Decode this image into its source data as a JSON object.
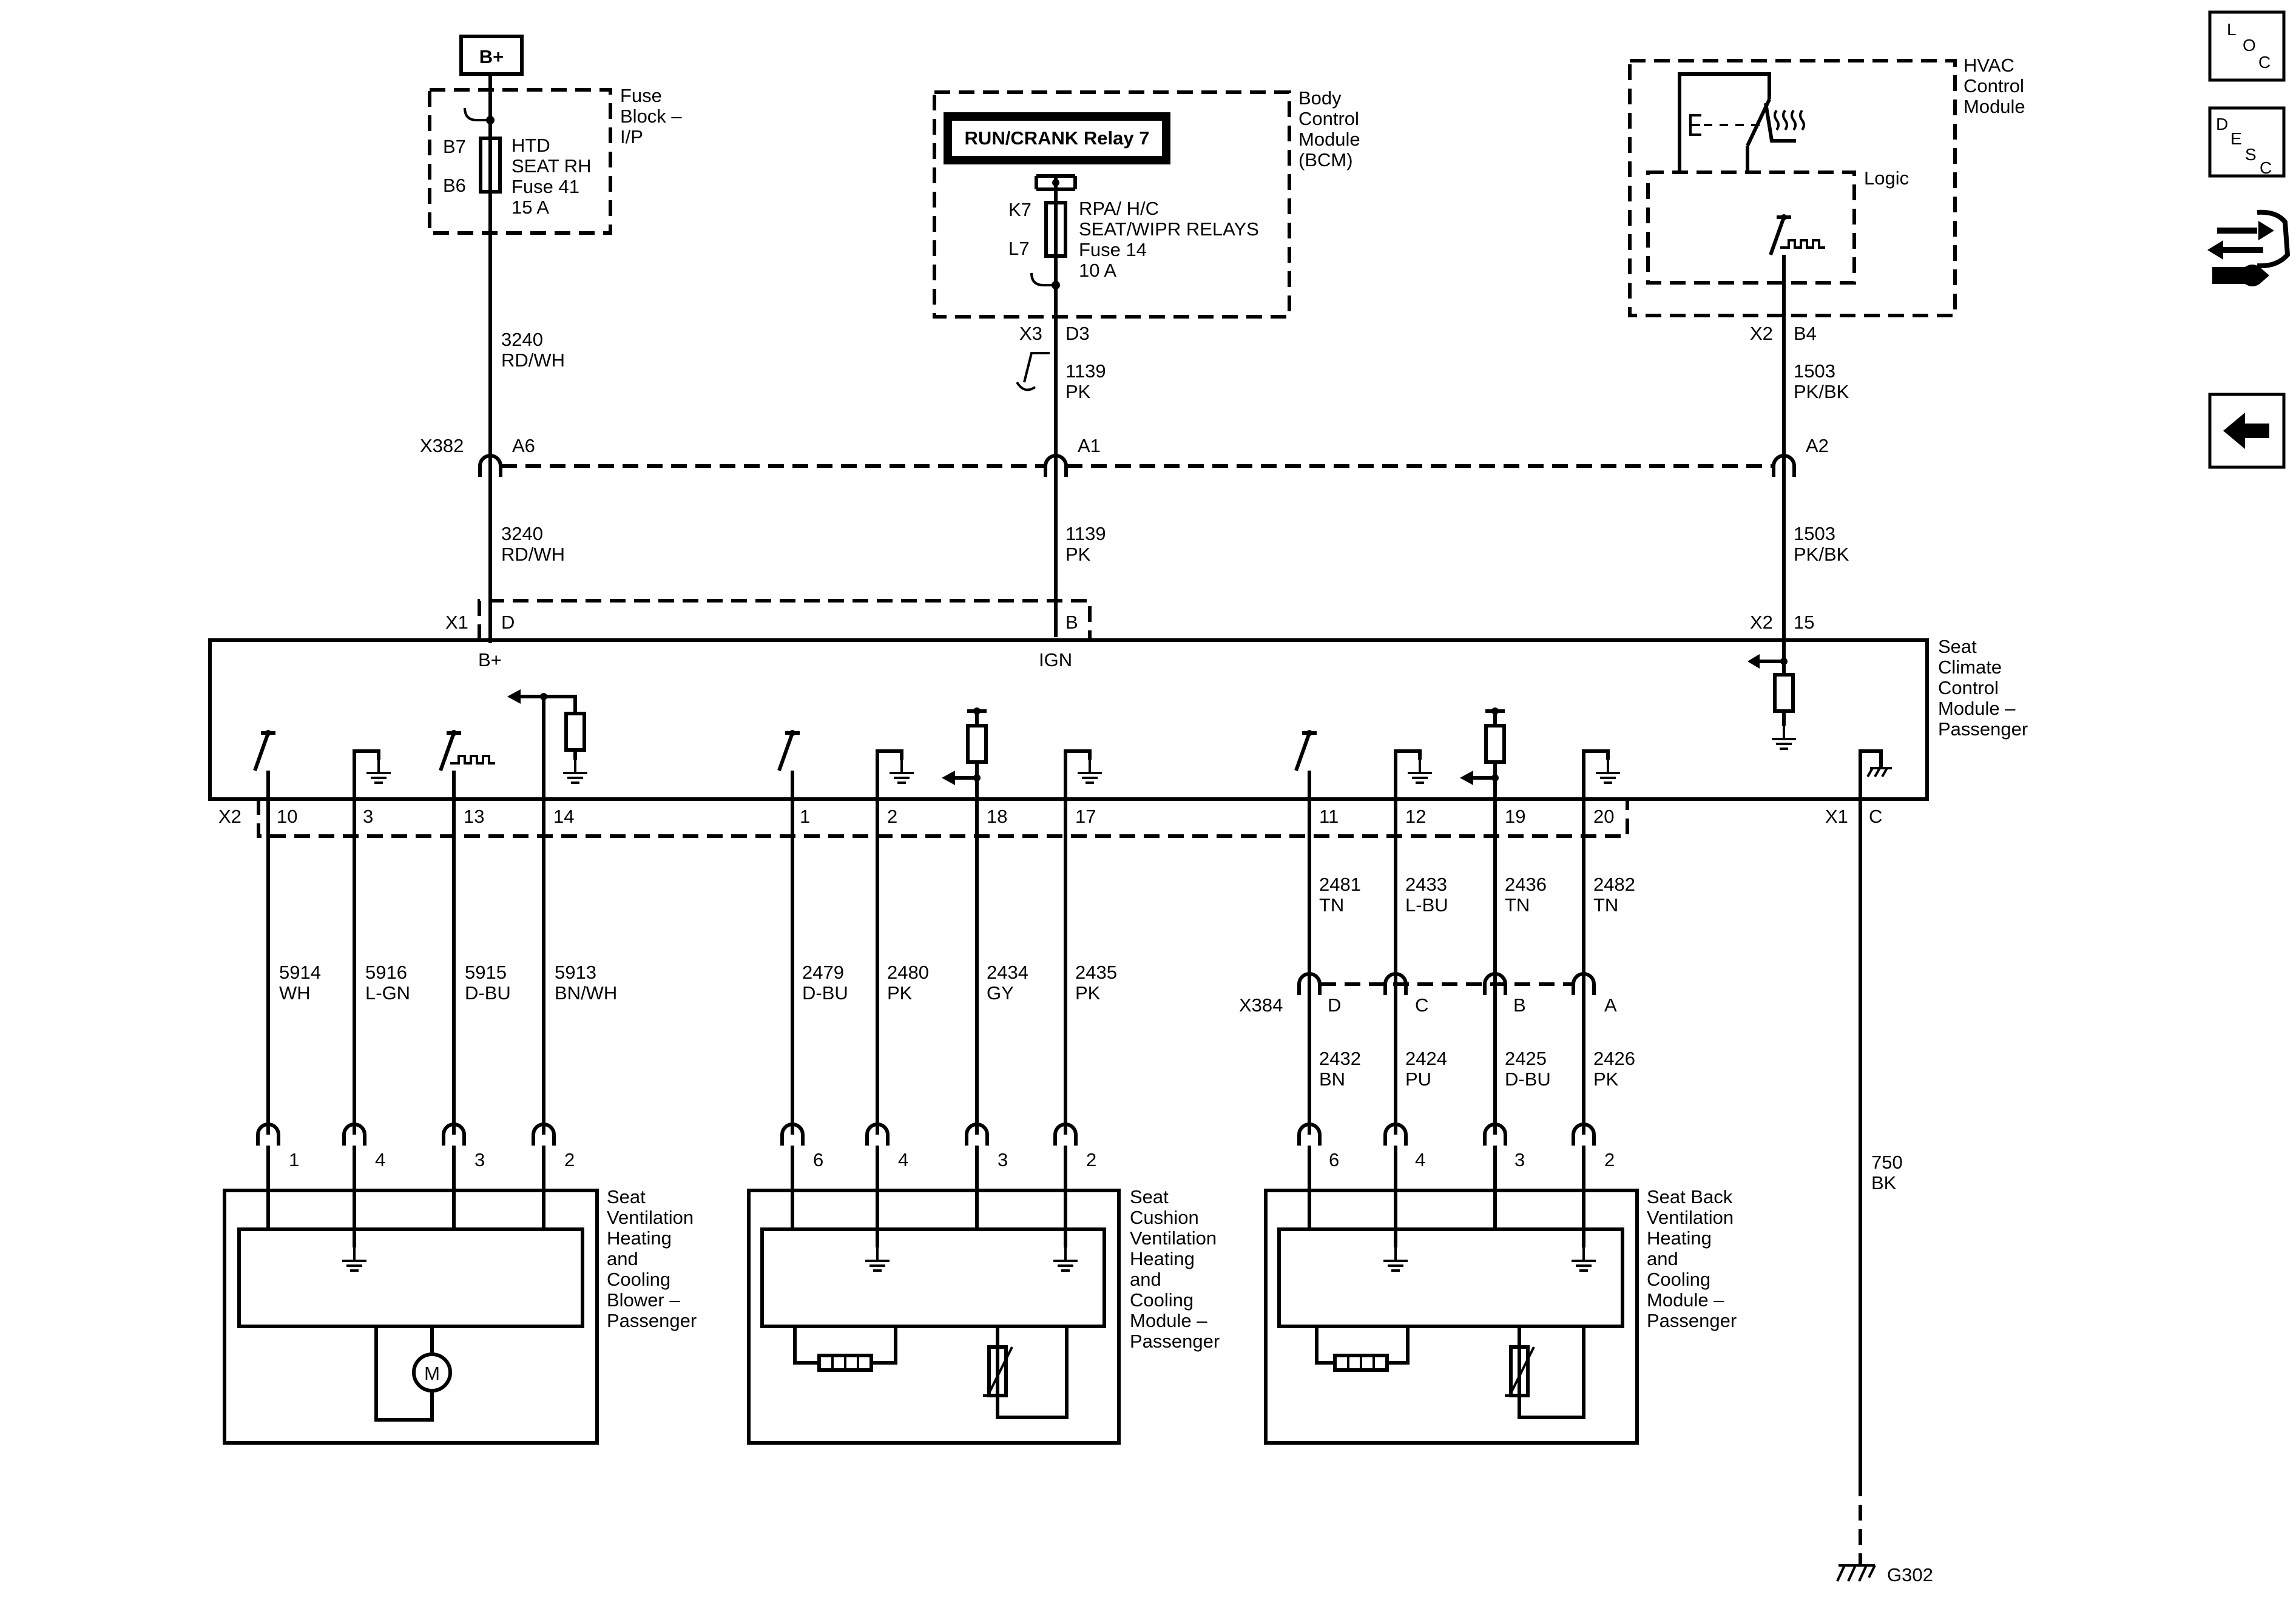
{
  "nav": {
    "loc_l": "L",
    "loc_o": "O",
    "loc_c": "C",
    "desc_d": "D",
    "desc_e": "E",
    "desc_s": "S",
    "desc_c": "C"
  },
  "fuse_block": {
    "bplus": "B+",
    "title": [
      "Fuse",
      "Block –",
      "I/P"
    ],
    "pin_top": "B7",
    "pin_bot": "B6",
    "fuse": [
      "HTD",
      "SEAT RH",
      "Fuse 41",
      "15 A"
    ]
  },
  "bcm": {
    "relay": "RUN/CRANK Relay 7",
    "title": [
      "Body",
      "Control",
      "Module",
      "(BCM)"
    ],
    "pin_top": "K7",
    "pin_bot": "L7",
    "fuse": [
      "RPA/ H/C",
      "SEAT/WIPR RELAYS",
      "Fuse 14",
      "10 A"
    ],
    "conn": "X3",
    "pin": "D3"
  },
  "hvac": {
    "title": [
      "HVAC",
      "Control",
      "Module"
    ],
    "logic": "Logic",
    "conn": "X2",
    "pin": "B4"
  },
  "wires_upper": [
    {
      "circuit": "3240",
      "color": "RD/WH"
    },
    {
      "circuit": "1139",
      "color": "PK"
    },
    {
      "circuit": "1503",
      "color": "PK/BK"
    }
  ],
  "x382": {
    "name": "X382",
    "pins": [
      "A6",
      "A1",
      "A2"
    ]
  },
  "wires_mid": [
    {
      "circuit": "3240",
      "color": "RD/WH"
    },
    {
      "circuit": "1139",
      "color": "PK"
    },
    {
      "circuit": "1503",
      "color": "PK/BK"
    }
  ],
  "sccm": {
    "title": [
      "Seat",
      "Climate",
      "Control",
      "Module –",
      "Passenger"
    ],
    "x1": "X1",
    "pin_d": "D",
    "pin_b": "B",
    "x2_top": "X2",
    "pin_15": "15",
    "bplus": "B+",
    "ign": "IGN",
    "x2": "X2",
    "x1_bot": "X1",
    "pin_c": "C",
    "pins": [
      "10",
      "3",
      "13",
      "14",
      "1",
      "2",
      "18",
      "17",
      "11",
      "12",
      "19",
      "20"
    ]
  },
  "wires_blower": [
    {
      "circuit": "5914",
      "color": "WH"
    },
    {
      "circuit": "5916",
      "color": "L-GN"
    },
    {
      "circuit": "5915",
      "color": "D-BU"
    },
    {
      "circuit": "5913",
      "color": "BN/WH"
    }
  ],
  "wires_cushion": [
    {
      "circuit": "2479",
      "color": "D-BU"
    },
    {
      "circuit": "2480",
      "color": "PK"
    },
    {
      "circuit": "2434",
      "color": "GY"
    },
    {
      "circuit": "2435",
      "color": "PK"
    }
  ],
  "wires_back_upper": [
    {
      "circuit": "2481",
      "color": "TN"
    },
    {
      "circuit": "2433",
      "color": "L-BU"
    },
    {
      "circuit": "2436",
      "color": "TN"
    },
    {
      "circuit": "2482",
      "color": "TN"
    }
  ],
  "x384": {
    "name": "X384",
    "pins": [
      "D",
      "C",
      "B",
      "A"
    ]
  },
  "wires_back_lower": [
    {
      "circuit": "2432",
      "color": "BN"
    },
    {
      "circuit": "2424",
      "color": "PU"
    },
    {
      "circuit": "2425",
      "color": "D-BU"
    },
    {
      "circuit": "2426",
      "color": "PK"
    }
  ],
  "blower": {
    "title": [
      "Seat",
      "Ventilation",
      "Heating",
      "and",
      "Cooling",
      "Blower –",
      "Passenger"
    ],
    "pins": [
      "1",
      "4",
      "3",
      "2"
    ],
    "motor": "M"
  },
  "cushion": {
    "title": [
      "Seat",
      "Cushion",
      "Ventilation",
      "Heating",
      "and",
      "Cooling",
      "Module –",
      "Passenger"
    ],
    "pins": [
      "6",
      "4",
      "3",
      "2"
    ]
  },
  "back": {
    "title": [
      "Seat Back",
      "Ventilation",
      "Heating",
      "and",
      "Cooling",
      "Module –",
      "Passenger"
    ],
    "pins": [
      "6",
      "4",
      "3",
      "2"
    ]
  },
  "ground": {
    "circuit": "750",
    "color": "BK",
    "name": "G302"
  }
}
